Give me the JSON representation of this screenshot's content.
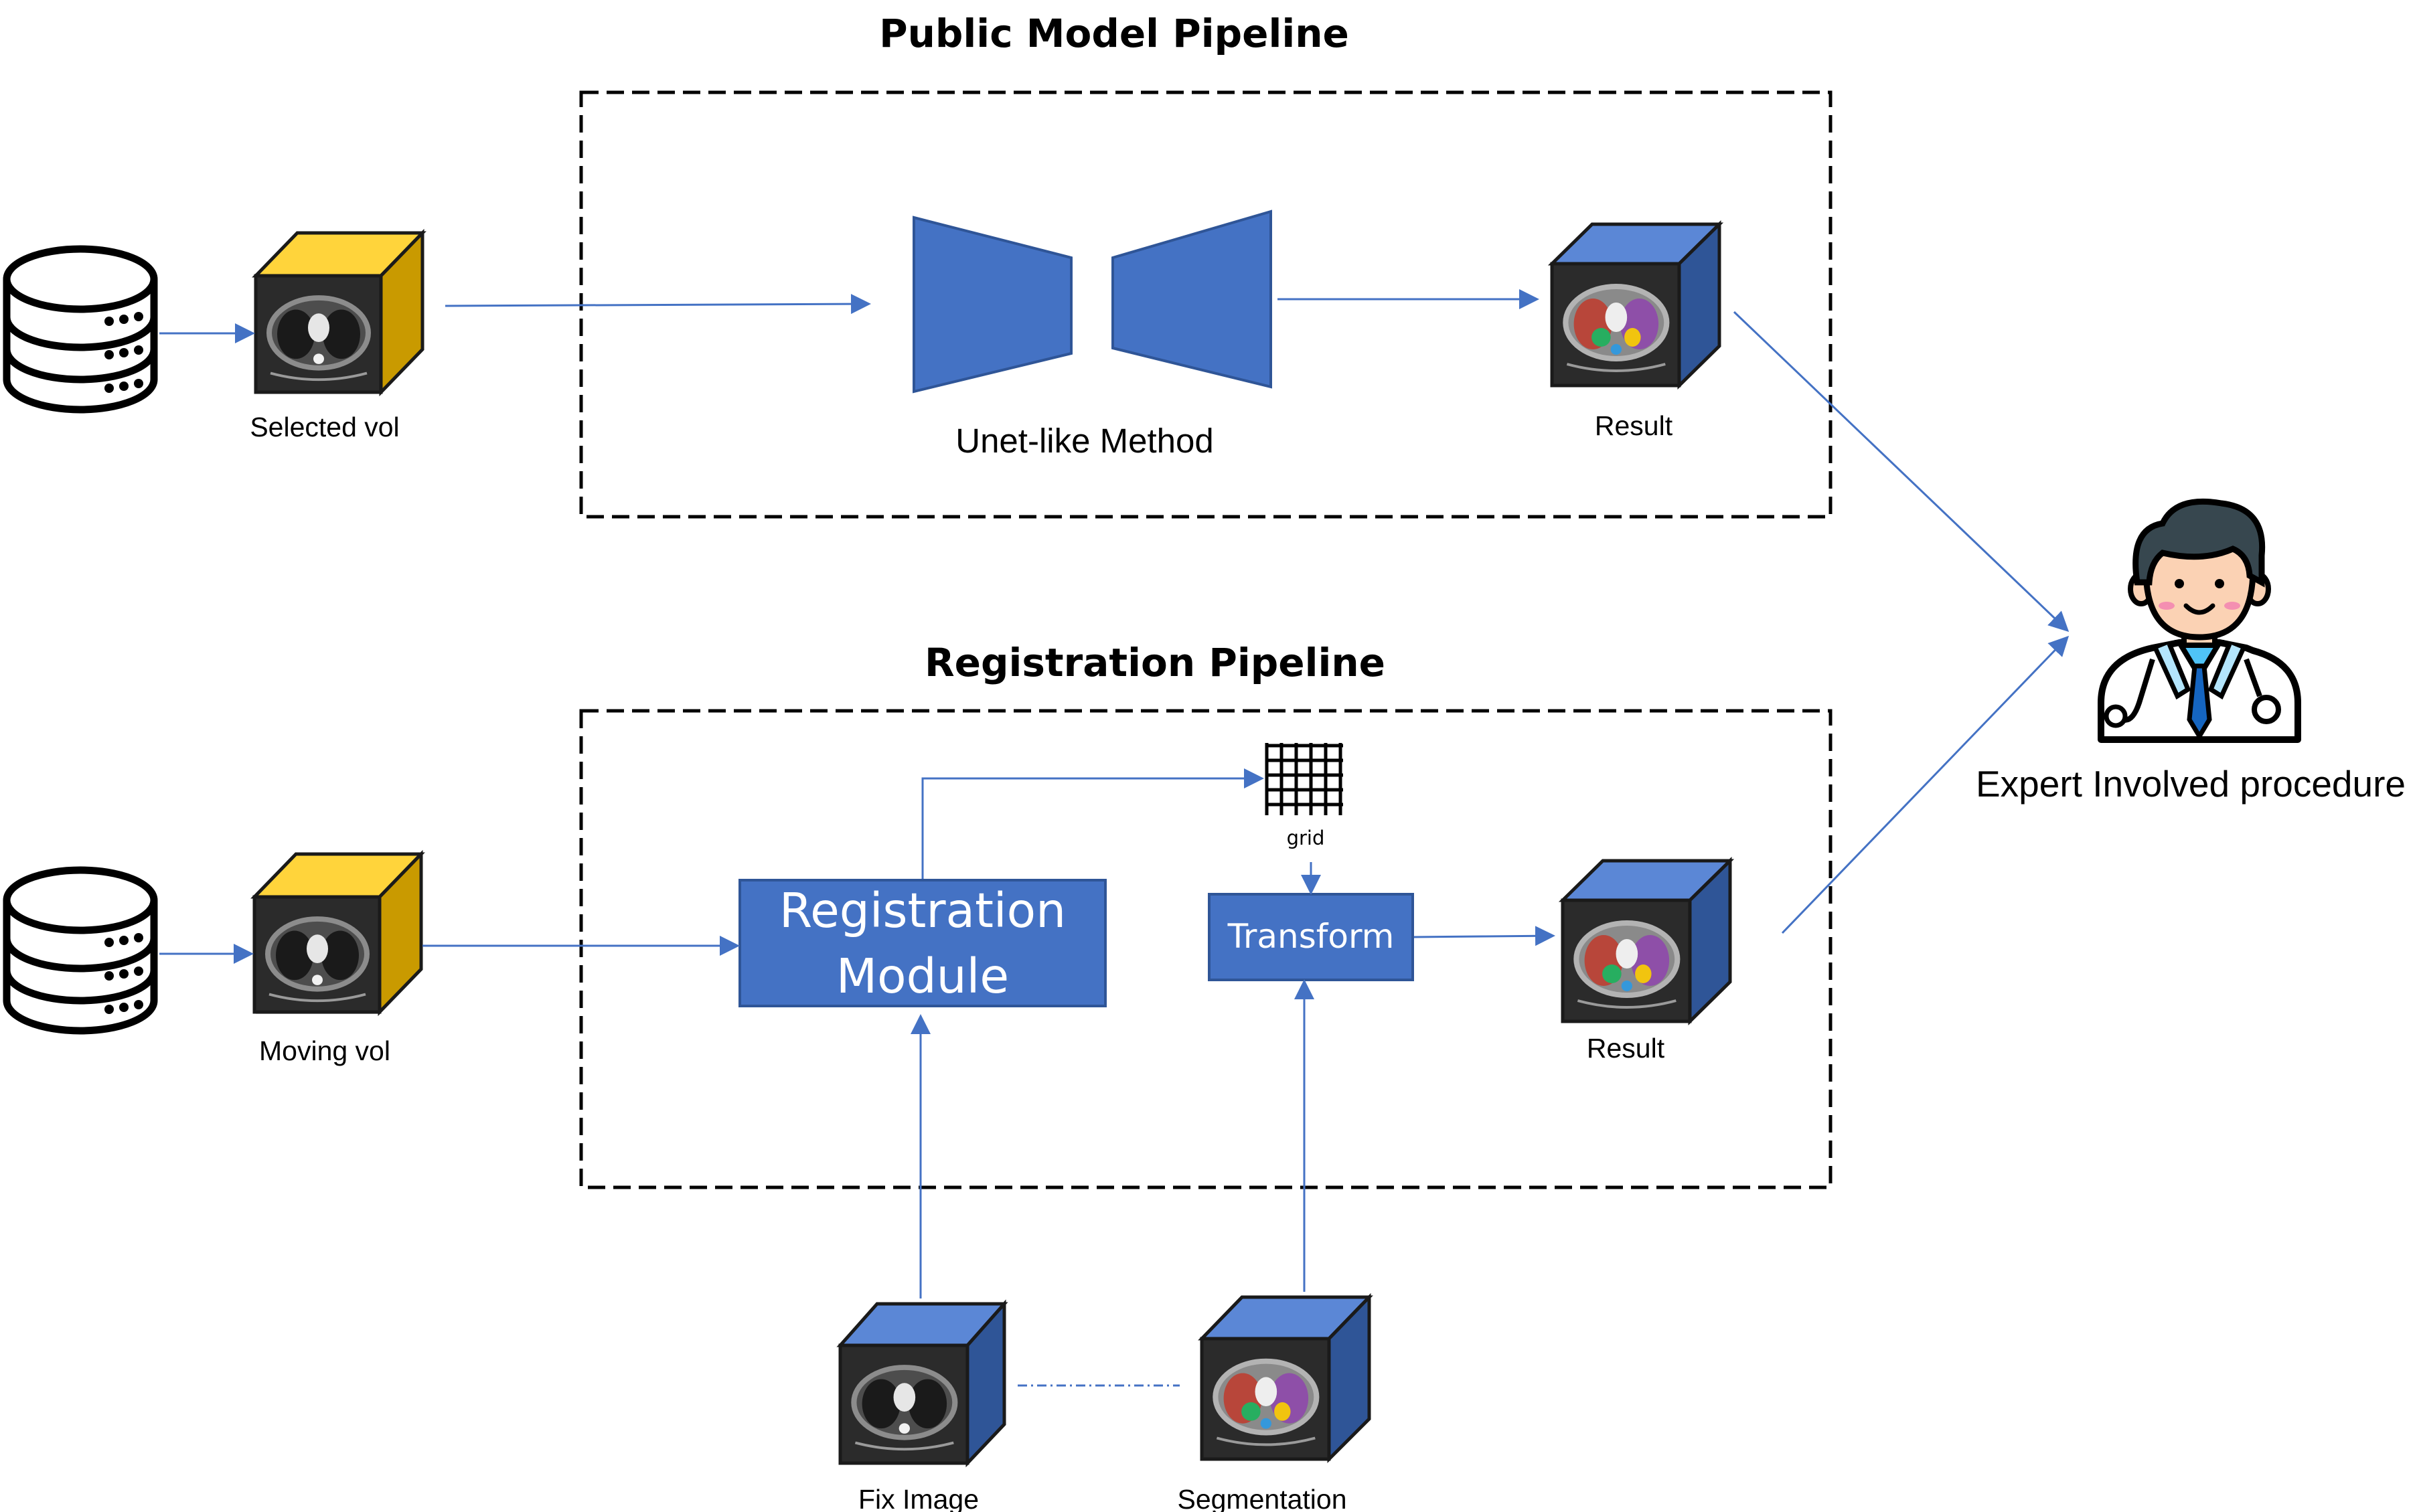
{
  "colors": {
    "accent": "#4472c4",
    "accent_dark": "#2f5597",
    "yellow": "#ffc000",
    "yellow_dark": "#c99a00",
    "ct_background": "#2b2b2b"
  },
  "public_pipeline": {
    "title": "Public Model Pipeline",
    "input_label": "Selected vol",
    "method_label": "Unet-like Method",
    "result_label": "Result"
  },
  "registration_pipeline": {
    "title": "Registration Pipeline",
    "input_label": "Moving vol",
    "module_line1": "Registration",
    "module_line2": "Module",
    "grid_label": "grid",
    "transform_label": "Transform",
    "result_label": "Result",
    "fix_image_label": "Fix Image",
    "segmentation_label": "Segmentation"
  },
  "expert": {
    "label": "Expert Involved procedure",
    "icon": "doctor-icon"
  }
}
